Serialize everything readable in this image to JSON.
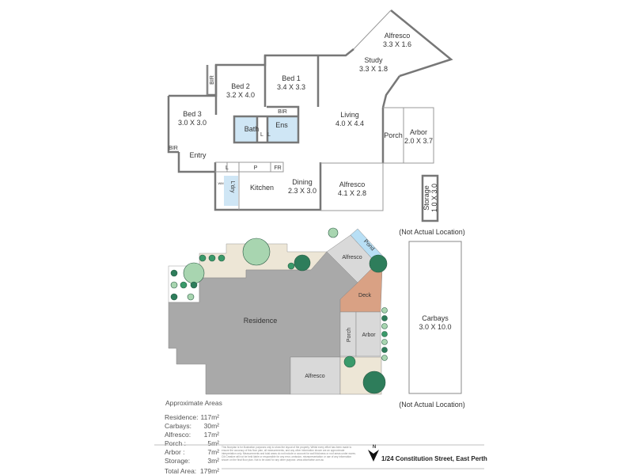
{
  "floor_plan": {
    "rooms": [
      {
        "name": "Alfresco",
        "size": "3.3 X 1.6"
      },
      {
        "name": "Study",
        "size": "3.3 X 1.8"
      },
      {
        "name": "Bed 1",
        "size": "3.4 X 3.3"
      },
      {
        "name": "Bed 2",
        "size": "3.2 X 4.0"
      },
      {
        "name": "Bed 3",
        "size": "3.0 X 3.0"
      },
      {
        "name": "Living",
        "size": "4.0 X 4.4"
      },
      {
        "name": "Arbor",
        "size": "2.0 X 3.7"
      },
      {
        "name": "Dining",
        "size": "2.3 X 3.0"
      },
      {
        "name": "Alfresco",
        "size": "4.1 X 2.8"
      },
      {
        "name": "Storage",
        "size": "1.0 X 3.0"
      }
    ],
    "small_labels": {
      "bir": "BIR",
      "bath": "Bath",
      "ens": "Ens",
      "l": "L",
      "entry": "Entry",
      "p": "P",
      "fr": "FR",
      "wm": "WM",
      "laundry": "L'dry",
      "kitchen": "Kitchen",
      "porch": "Porch"
    },
    "not_actual_location": "(Not Actual Location)"
  },
  "site_plan": {
    "labels": {
      "pond": "Pond",
      "alfresco_top": "Alfresco",
      "deck": "Deck",
      "residence": "Residence",
      "porch": "Porch",
      "arbor": "Arbor",
      "alfresco_bottom": "Alfresco"
    },
    "carbays": {
      "name": "Carbays",
      "size": "3.0 X 10.0"
    },
    "not_actual_location": "(Not Actual Location)",
    "colors": {
      "residence": "#a9a9a9",
      "paved": "#d9d9d9",
      "landscape": "#ede6d6",
      "deck": "#d9a184",
      "pond": "#b8dff5",
      "tree_dark": "#2e7d5b",
      "tree_light": "#a8d5b0"
    }
  },
  "areas": {
    "title": "Approximate Areas",
    "rows": [
      {
        "label": "Residence:",
        "value": "117m²"
      },
      {
        "label": "Carbays:",
        "value": "30m²"
      },
      {
        "label": "Alfresco:",
        "value": "17m²"
      },
      {
        "label": "Porch :",
        "value": "5m²"
      },
      {
        "label": "Arbor :",
        "value": "7m²"
      },
      {
        "label": "Storage:",
        "value": "3m²"
      }
    ],
    "total_label": "Total Area:",
    "total_value": "179m²"
  },
  "footer": {
    "disclaimer": "This floorplan is for illustration purposes only to show the layout of the property. Whilst every effort has been made to ensure the accuracy of this floor plan, all measurements, and any other information shown are an approximate interpretation only. Measurements and total areas do not include or account for wall thickness or roof areas under eaves. Citi Creative will not be held liable or responsible for any error, omission, misrepresentation or use of any information shown on the final floor plan. Not to be used for any other purpose. www.citicreative.com.au",
    "north": "N",
    "address": "1/24 Constitution Street, East Perth"
  }
}
